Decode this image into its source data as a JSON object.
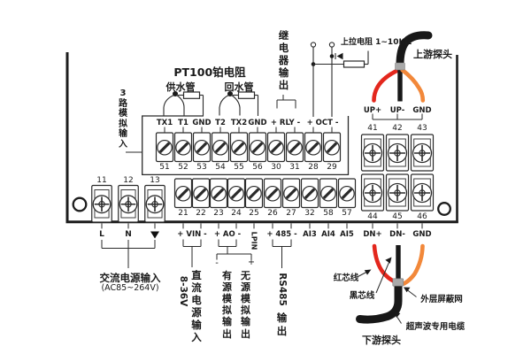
{
  "labels": {
    "pt100_title": "PT100铂电阻",
    "supply_pipe": "供水管",
    "return_pipe": "回水管",
    "relay_output": "继电器输出",
    "pullup_resistor": "上拉电阻 1~10KΩ",
    "upstream_probe": "上游探头",
    "analog_inputs": "3路模拟输入",
    "ac_power": "交流电源输入",
    "ac_range": "(AC85~264V)",
    "dc_voltage": "8-36V",
    "dc_power": "直流电源输入",
    "active_analog_output": "有源模拟输出",
    "passive_analog_output": "无源模拟输出",
    "rs485_output_line1": "RS485",
    "rs485_output_line2": "输出",
    "red_core": "红芯线",
    "black_core": "黑芯线",
    "shield": "外层屏蔽网",
    "cable": "超声波专用电缆",
    "downstream_probe": "下游探头",
    "minus": "-",
    "plus": "+",
    "ground_symbol": "▼"
  },
  "terminals": {
    "row1": {
      "labels": [
        "TX1",
        "T1",
        "GND",
        "T2",
        "TX2",
        "GND"
      ],
      "relay": "+ RLY -",
      "oct": "+ OCT -",
      "numbers": [
        "51",
        "52",
        "53",
        "54",
        "55",
        "56",
        "30",
        "31",
        "28",
        "29"
      ]
    },
    "row2": {
      "numbers": [
        "21",
        "22",
        "23",
        "24",
        "25",
        "26",
        "27",
        "32",
        "58",
        "57"
      ],
      "vin": "+ VIN -",
      "ao": "+ AO -",
      "lpin": "LPIN",
      "rs485": "+ 485 -",
      "ai": [
        "AI3",
        "AI4",
        "AI5"
      ]
    },
    "power": {
      "numbers": [
        "11",
        "12",
        "13"
      ],
      "labels": [
        "L",
        "N"
      ]
    },
    "right": {
      "top_numbers": [
        "41",
        "42",
        "43"
      ],
      "top_labels": [
        "UP+",
        "UP-",
        "GND"
      ],
      "bottom_numbers": [
        "44",
        "45",
        "46"
      ],
      "bottom_labels": [
        "DN+",
        "DN-",
        "GND"
      ]
    }
  },
  "colors": {
    "red_wire": "#e3271d",
    "orange_wire": "#f2883a",
    "black_wire": "#181818",
    "ferrule": "#a9a9a9",
    "line": "#2a2a2a"
  }
}
